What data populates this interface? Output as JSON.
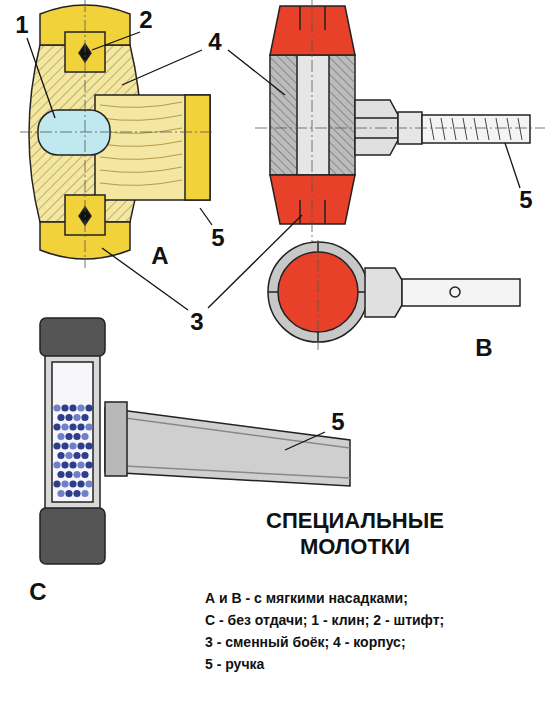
{
  "diagram": {
    "title": "СПЕЦИАЛЬНЫЕ МОЛОТКИ",
    "labels": [
      "1",
      "2",
      "4",
      "5",
      "А",
      "3",
      "5",
      "В",
      "5",
      "С",
      "А и В - с мягкими насадками;",
      "С - без отдачи; 1 - клин; 2 - штифт;",
      "3 - сменный боёк; 4 - корпус;",
      "5 - ручка"
    ]
  }
}
